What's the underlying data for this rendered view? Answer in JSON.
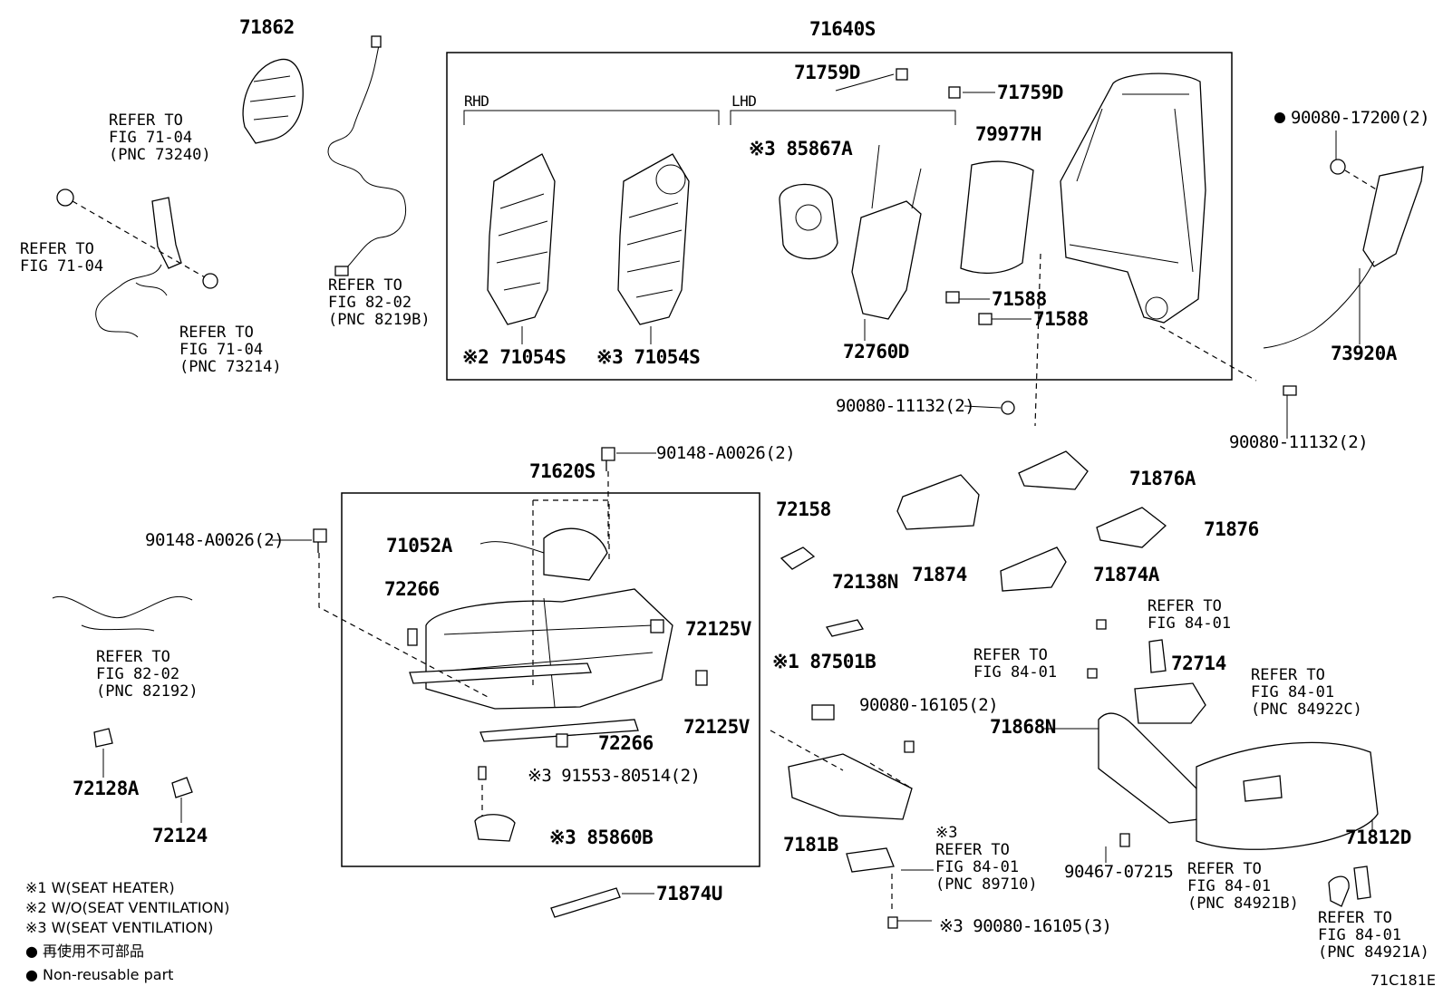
{
  "diagram": {
    "code": "71C181E",
    "parts": {
      "p71862": "71862",
      "p71640S": "71640S",
      "p71759D_a": "71759D",
      "p71759D_b": "71759D",
      "rhd": "RHD",
      "lhd": "LHD",
      "p85867A": "※3 85867A",
      "p79977H": "79977H",
      "p71588_a": "71588",
      "p71588_b": "71588",
      "p71054S_a": "※2 71054S",
      "p71054S_b": "※3 71054S",
      "p72760D": "72760D",
      "p90080_17200": "90080-17200(2)",
      "p73920A": "73920A",
      "p90080_11132_a": "90080-11132(2)",
      "p90080_11132_b": "90080-11132(2)",
      "p90148_a": "90148-A0026(2)",
      "p90148_b": "90148-A0026(2)",
      "p71620S": "71620S",
      "p71052A": "71052A",
      "p72266_a": "72266",
      "p72266_b": "72266",
      "p72125V_a": "72125V",
      "p72125V_b": "72125V",
      "p91553": "※3 91553-80514(2)",
      "p85860B": "※3 85860B",
      "p72158": "72158",
      "p72138N": "72138N",
      "p87501B": "※1 87501B",
      "p71874": "71874",
      "p71874A": "71874A",
      "p71876A": "71876A",
      "p71876": "71876",
      "p72714": "72714",
      "p71868N": "71868N",
      "p90080_16105_a": "90080-16105(2)",
      "p7181B": "7181B",
      "p90467": "90467-07215",
      "p71812D": "71812D",
      "p90080_16105_b": "※3 90080-16105(3)",
      "p72128A": "72128A",
      "p72124": "72124",
      "p71874U": "71874U"
    },
    "refs": {
      "r1": [
        "REFER TO",
        "FIG 71-04",
        "(PNC 73240)"
      ],
      "r2": [
        "REFER TO",
        "FIG 71-04"
      ],
      "r3": [
        "REFER TO",
        "FIG 71-04",
        "(PNC 73214)"
      ],
      "r4": [
        "REFER TO",
        "FIG 82-02",
        "(PNC 8219B)"
      ],
      "r5": [
        "REFER TO",
        "FIG 82-02",
        "(PNC 82192)"
      ],
      "r6": [
        "REFER TO",
        "FIG 84-01"
      ],
      "r7": [
        "REFER TO",
        "FIG 84-01"
      ],
      "r8": [
        "REFER TO",
        "FIG 84-01",
        "(PNC 84922C)"
      ],
      "r9": [
        "※3",
        "REFER TO",
        "FIG 84-01",
        "(PNC 89710)"
      ],
      "r10": [
        "REFER TO",
        "FIG 84-01",
        "(PNC 84921B)"
      ],
      "r11": [
        "REFER TO",
        "FIG 84-01",
        "(PNC 84921A)"
      ]
    },
    "legend": {
      "n1": "※1 W(SEAT HEATER)",
      "n2": "※2 W/O(SEAT VENTILATION)",
      "n3": "※3 W(SEAT VENTILATION)",
      "n4": "● 再使用不可部品",
      "n5": "● Non-reusable part"
    }
  }
}
